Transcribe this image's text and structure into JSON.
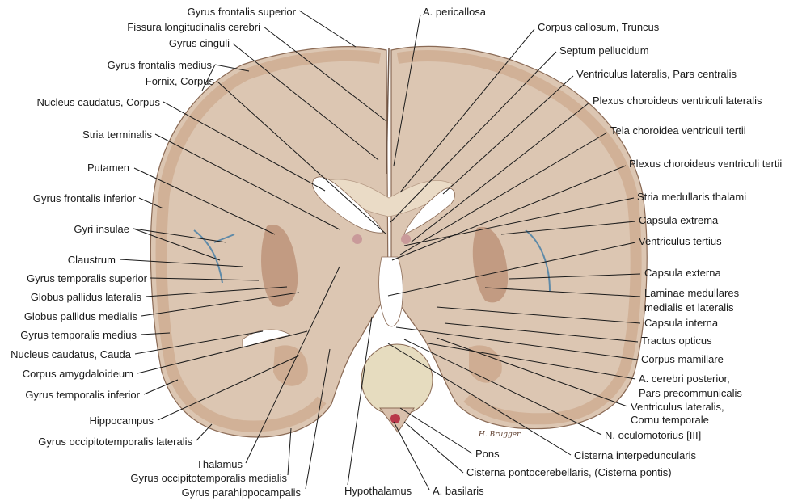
{
  "colors": {
    "tissue": "#dcc6b2",
    "cortex": "#c9a386",
    "grey_nuclei": "#b98c72",
    "vessel_blue": "#5e8aa8",
    "vessel_red": "#b8384a",
    "ventricle": "#ffffff",
    "pons": "#e6dcbf"
  },
  "signature": "H. Brugger",
  "labels": {
    "gyrus_frontalis_superior": "Gyrus frontalis superior",
    "fissura_longitudinalis": "Fissura longitudinalis cerebri",
    "gyrus_cinguli": "Gyrus cinguli",
    "gyrus_frontalis_medius": "Gyrus frontalis medius",
    "fornix_corpus": "Fornix, Corpus",
    "nucleus_caudatus_corpus": "Nucleus caudatus, Corpus",
    "stria_terminalis": "Stria terminalis",
    "putamen": "Putamen",
    "gyrus_frontalis_inferior": "Gyrus frontalis inferior",
    "gyri_insulae": "Gyri insulae",
    "claustrum": "Claustrum",
    "gyrus_temporalis_superior": "Gyrus temporalis superior",
    "globus_pallidus_lateralis": "Globus pallidus lateralis",
    "globus_pallidus_medialis": "Globus pallidus medialis",
    "gyrus_temporalis_medius": "Gyrus temporalis medius",
    "nucleus_caudatus_cauda": "Nucleus caudatus, Cauda",
    "corpus_amygdaloideum": "Corpus amygdaloideum",
    "gyrus_temporalis_inferior": "Gyrus temporalis inferior",
    "hippocampus": "Hippocampus",
    "gyrus_occipitotemporalis_lateralis": "Gyrus occipitotemporalis lateralis",
    "thalamus": "Thalamus",
    "gyrus_occipitotemporalis_medialis": "Gyrus occipitotemporalis medialis",
    "gyrus_parahippocampalis": "Gyrus parahippocampalis",
    "hypothalamus": "Hypothalamus",
    "a_pericallosa": "A. pericallosa",
    "corpus_callosum_truncus": "Corpus callosum, Truncus",
    "septum_pellucidum": "Septum pellucidum",
    "ventriculus_lateralis_pars_centralis": "Ventriculus lateralis, Pars centralis",
    "plexus_choroideus_vl": "Plexus choroideus ventriculi lateralis",
    "tela_choroidea_vt": "Tela choroidea ventriculi tertii",
    "plexus_choroideus_vt": "Plexus choroideus ventriculi tertii",
    "stria_medullaris_thalami": "Stria medullaris thalami",
    "capsula_extrema": "Capsula extrema",
    "ventriculus_tertius": "Ventriculus tertius",
    "capsula_externa": "Capsula externa",
    "laminae_medullares_1": "Laminae medullares",
    "laminae_medullares_2": "medialis et lateralis",
    "capsula_interna": "Capsula interna",
    "tractus_opticus": "Tractus opticus",
    "corpus_mamillare": "Corpus mamillare",
    "a_cerebri_posterior_1": "A. cerebri posterior,",
    "a_cerebri_posterior_2": "Pars precommunicalis",
    "ventriculus_lateralis_cornu_1": "Ventriculus lateralis,",
    "ventriculus_lateralis_cornu_2": "Cornu temporale",
    "n_oculomotorius": "N. oculomotorius [III]",
    "cisterna_interpeduncularis": "Cisterna interpeduncularis",
    "pons": "Pons",
    "cisterna_pontocerebellaris": "Cisterna pontocerebellaris, (Cisterna pontis)",
    "a_basilaris": "A. basilaris"
  }
}
